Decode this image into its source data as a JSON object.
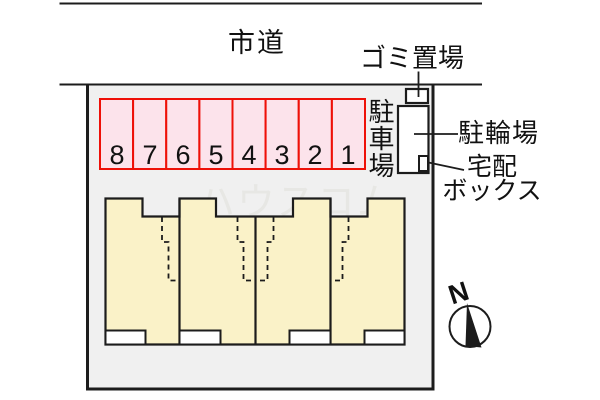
{
  "labels": {
    "road": "市道",
    "garbage": "ゴミ置場",
    "parking": "駐車場",
    "bicycle": "駐輪場",
    "delivery_line1": "宅配",
    "delivery_line2": "ボックス",
    "north": "N"
  },
  "parking": {
    "numbers": [
      "8",
      "7",
      "6",
      "5",
      "4",
      "3",
      "2",
      "1"
    ]
  },
  "watermark": "ハウスコム",
  "colors": {
    "site_fill": "#f0f0f0",
    "stall_fill": "#fce3eb",
    "stall_stroke": "#ee1008",
    "building_fill": "#faf2c8",
    "outline": "#1c1c1c",
    "watermark": "#e7e7e4",
    "white": "#ffffff"
  }
}
